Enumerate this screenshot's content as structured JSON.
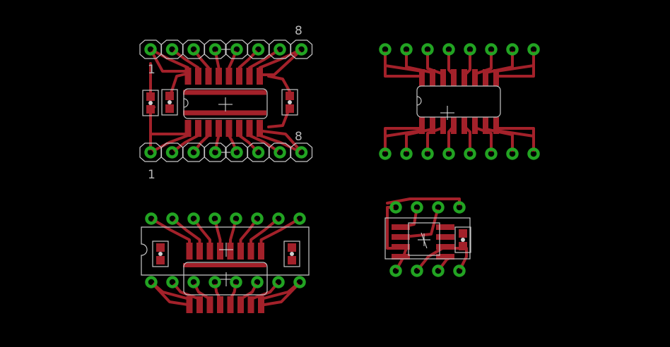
{
  "colors": {
    "background": "#000000",
    "copper": "#a3212a",
    "via_ring": "#22a322",
    "via_hole": "#000000",
    "silkscreen": "#c8c8c8",
    "label": "#b8b8b8",
    "smd_dot": "#d0d0d0"
  },
  "labels": {
    "board_a_top_last": "8",
    "board_a_top_first": "1",
    "board_a_bottom_last": "8",
    "board_a_bottom_first": "1"
  }
}
